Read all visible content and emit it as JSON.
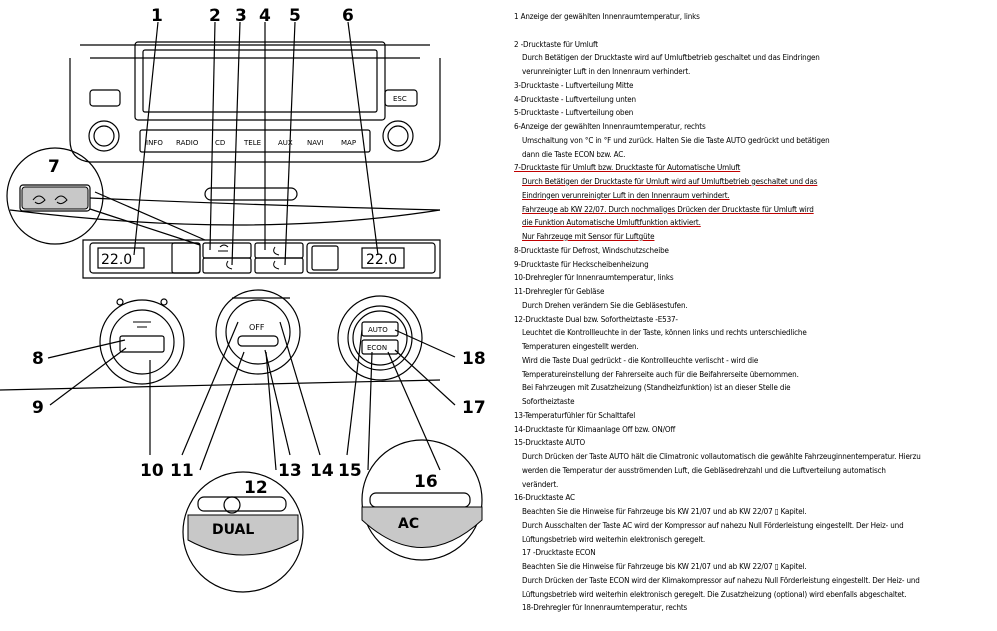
{
  "diagram": {
    "callouts": [
      "1",
      "2",
      "3",
      "4",
      "5",
      "6",
      "7",
      "8",
      "9",
      "10",
      "11",
      "12",
      "13",
      "14",
      "15",
      "16",
      "17",
      "18"
    ],
    "display_left_temp": "22.0",
    "display_right_temp": "22.0",
    "radio_buttons": [
      "INFO",
      "RADIO",
      "CD",
      "TELE",
      "AUX",
      "NAVI",
      "MAP"
    ],
    "esc_label": "ESC",
    "off_label": "OFF",
    "auto_label": "AUTO",
    "econ_label": "ECON",
    "dual_label": "DUAL",
    "ac_label": "AC"
  },
  "legend": {
    "lines": [
      {
        "text": "1  Anzeige der gewählten Innenraumtemperatur, links"
      },
      {
        "text": ""
      },
      {
        "text": "2 -Drucktaste für Umluft"
      },
      {
        "text": "Durch Betätigen der Drucktaste wird auf Umluftbetrieb geschaltet und das Eindringen",
        "indent": true
      },
      {
        "text": "verunreinigter Luft in den Innenraum verhindert.",
        "indent": true
      },
      {
        "text": "3-Drucktaste - Luftverteilung Mitte"
      },
      {
        "text": "4-Drucktaste - Luftverteilung unten"
      },
      {
        "text": "5-Drucktaste - Luftverteilung oben"
      },
      {
        "text": "6-Anzeige der gewählten Innenraumtemperatur, rechts"
      },
      {
        "text": "Umschaltung von °C in °F und zurück. Halten Sie die Taste AUTO gedrückt und betätigen",
        "indent": true
      },
      {
        "text": "dann die Taste ECON bzw. AC.",
        "indent": true
      },
      {
        "text": "7-Drucktaste für Umluft bzw. Drucktaste für Automatische Umluft",
        "ul": true
      },
      {
        "text": "Durch Betätigen der Drucktaste für Umluft wird auf Umluftbetrieb geschaltet und das",
        "indent": true,
        "ul": true
      },
      {
        "text": "Eindringen verunreinigter Luft in den Innenraum verhindert.",
        "indent": true,
        "ul": true
      },
      {
        "text": "Fahrzeuge ab KW 22/07. Durch nochmaliges Drücken der Drucktaste für Umluft wird",
        "indent": true,
        "ul": true
      },
      {
        "text": "die Funktion Automatische Umluftfunktion aktiviert.",
        "indent": true,
        "ul": true
      },
      {
        "text": "Nur Fahrzeuge mit Sensor für Luftgüte",
        "indent": true,
        "ul": true
      },
      {
        "text": "8-Drucktaste für Defrost, Windschutzscheibe"
      },
      {
        "text": "9-Drucktaste für Heckscheibenheizung"
      },
      {
        "text": "10-Drehregler für Innenraumtemperatur, links"
      },
      {
        "text": "11-Drehregler für Gebläse"
      },
      {
        "text": "Durch Drehen verändern Sie die Gebläsestufen.",
        "indent": true
      },
      {
        "text": "12-Drucktaste Dual bzw. Sofortheiztaste -E537-"
      },
      {
        "text": "Leuchtet die Kontrollleuchte in der Taste, können links und rechts unterschiedliche",
        "indent": true
      },
      {
        "text": "Temperaturen eingestellt werden.",
        "indent": true
      },
      {
        "text": "Wird die Taste Dual gedrückt - die Kontrollleuchte verlischt - wird die",
        "indent": true
      },
      {
        "text": "Temperatureinstellung der Fahrerseite auch für die Beifahrerseite übernommen.",
        "indent": true
      },
      {
        "text": "Bei Fahrzeugen mit Zusatzheizung (Standheizfunktion) ist an dieser Stelle die",
        "indent": true
      },
      {
        "text": "Sofortheiztaste",
        "indent": true
      },
      {
        "text": "13-Temperaturfühler für Schalttafel"
      },
      {
        "text": "14-Drucktaste für Klimaanlage Off bzw. ON/Off"
      },
      {
        "text": "15-Drucktaste AUTO"
      },
      {
        "text": "Durch Drücken der Taste AUTO hält die Climatronic vollautomatisch die gewählte Fahrzeuginnentemperatur. Hierzu",
        "indent": true
      },
      {
        "text": "werden die Temperatur der ausströmenden Luft, die Gebläsedrehzahl und die Luftverteilung automatisch",
        "indent": true
      },
      {
        "text": "verändert.",
        "indent": true
      },
      {
        "text": "16-Drucktaste  AC"
      },
      {
        "text": "Beachten Sie die Hinweise für Fahrzeuge bis KW 21/07 und ab KW 22/07 ▯ Kapitel.",
        "indent": true
      },
      {
        "text": "Durch Ausschalten der Taste AC wird der Kompressor auf nahezu Null Förderleistung eingestellt. Der Heiz- und",
        "indent": true
      },
      {
        "text": "Lüftungsbetrieb wird weiterhin elektronisch geregelt.",
        "indent": true
      },
      {
        "text": "17 -Drucktaste ECON",
        "indent": true
      },
      {
        "text": "Beachten Sie die Hinweise für Fahrzeuge bis KW 21/07 und ab KW 22/07 ▯ Kapitel.",
        "indent": true
      },
      {
        "text": "Durch Drücken der Taste ECON wird der Klimakompressor auf nahezu Null Förderleistung eingestellt. Der Heiz- und",
        "indent": true
      },
      {
        "text": "Lüftungsbetrieb wird weiterhin elektronisch geregelt. Die Zusatzheizung (optional) wird ebenfalls abgeschaltet.",
        "indent": true
      },
      {
        "text": "18-Drehregler für Innenraumtemperatur, rechts",
        "indent": true
      }
    ]
  }
}
